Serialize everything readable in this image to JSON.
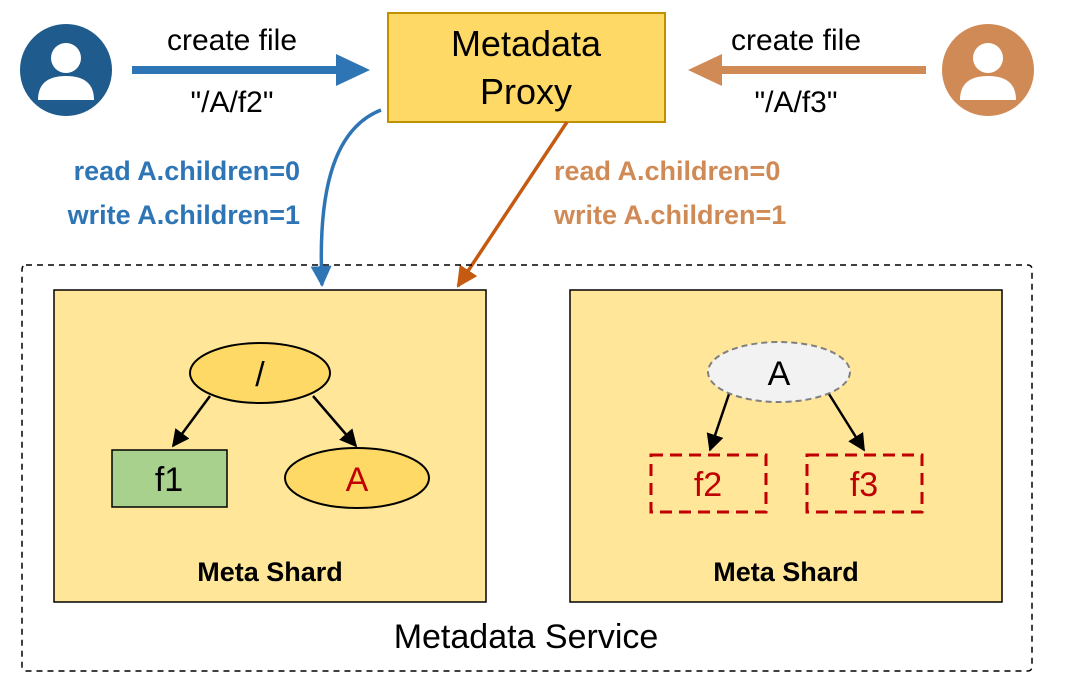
{
  "colors": {
    "blue": "#2e75b6",
    "blue_dark": "#1f5b8c",
    "orange": "#c55a11",
    "orange_light": "#d08a55",
    "yellow": "#ffd966",
    "shard_fill": "#ffe699",
    "green": "#a9d18e",
    "red": "#c00000",
    "gray": "#f2f2f2"
  },
  "left_client": {
    "icon": "user-icon",
    "action": "create file",
    "path": "\"/A/f2\"",
    "read_label": "read A.children=0",
    "write_label": "write A.children=1"
  },
  "right_client": {
    "icon": "user-icon",
    "action": "create file",
    "path": "\"/A/f3\"",
    "read_label": "read A.children=0",
    "write_label": "write A.children=1"
  },
  "proxy": {
    "line1": "Metadata",
    "line2": "Proxy"
  },
  "service": {
    "label": "Metadata Service"
  },
  "shard_left": {
    "label": "Meta Shard",
    "root": "/",
    "file": "f1",
    "dir": "A"
  },
  "shard_right": {
    "label": "Meta Shard",
    "dir": "A",
    "file_a": "f2",
    "file_b": "f3"
  }
}
